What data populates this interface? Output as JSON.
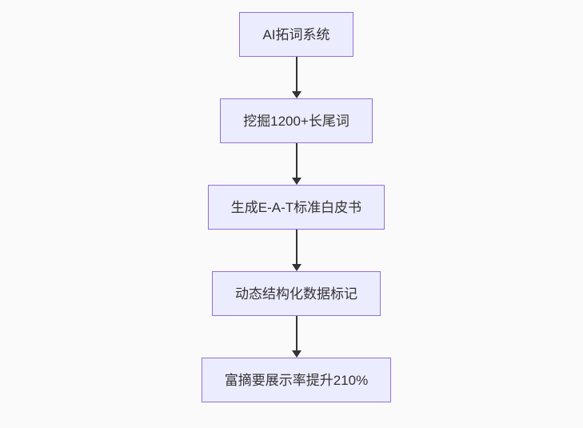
{
  "colors": {
    "canvas_background": "#fafafa",
    "node_fill": "#ECECFF",
    "node_border": "#9370DB",
    "node_text": "#333333",
    "arrow_color": "#333333"
  },
  "flowchart": {
    "type": "vertical-flow",
    "nodes": [
      {
        "id": "ai-word-expansion-system",
        "label": "AI拓词系统"
      },
      {
        "id": "mine-longtail-keywords",
        "label": "挖掘1200+长尾词"
      },
      {
        "id": "generate-eat-whitepaper",
        "label": "生成E-A-T标准白皮书"
      },
      {
        "id": "dynamic-structured-data-markup",
        "label": "动态结构化数据标记"
      },
      {
        "id": "rich-snippet-rate-increase",
        "label": "富摘要展示率提升210%"
      }
    ],
    "edges": [
      {
        "from": 0,
        "to": 1,
        "style": "arrow-down"
      },
      {
        "from": 1,
        "to": 2,
        "style": "arrow-down"
      },
      {
        "from": 2,
        "to": 3,
        "style": "arrow-down"
      },
      {
        "from": 3,
        "to": 4,
        "style": "arrow-down"
      }
    ]
  }
}
